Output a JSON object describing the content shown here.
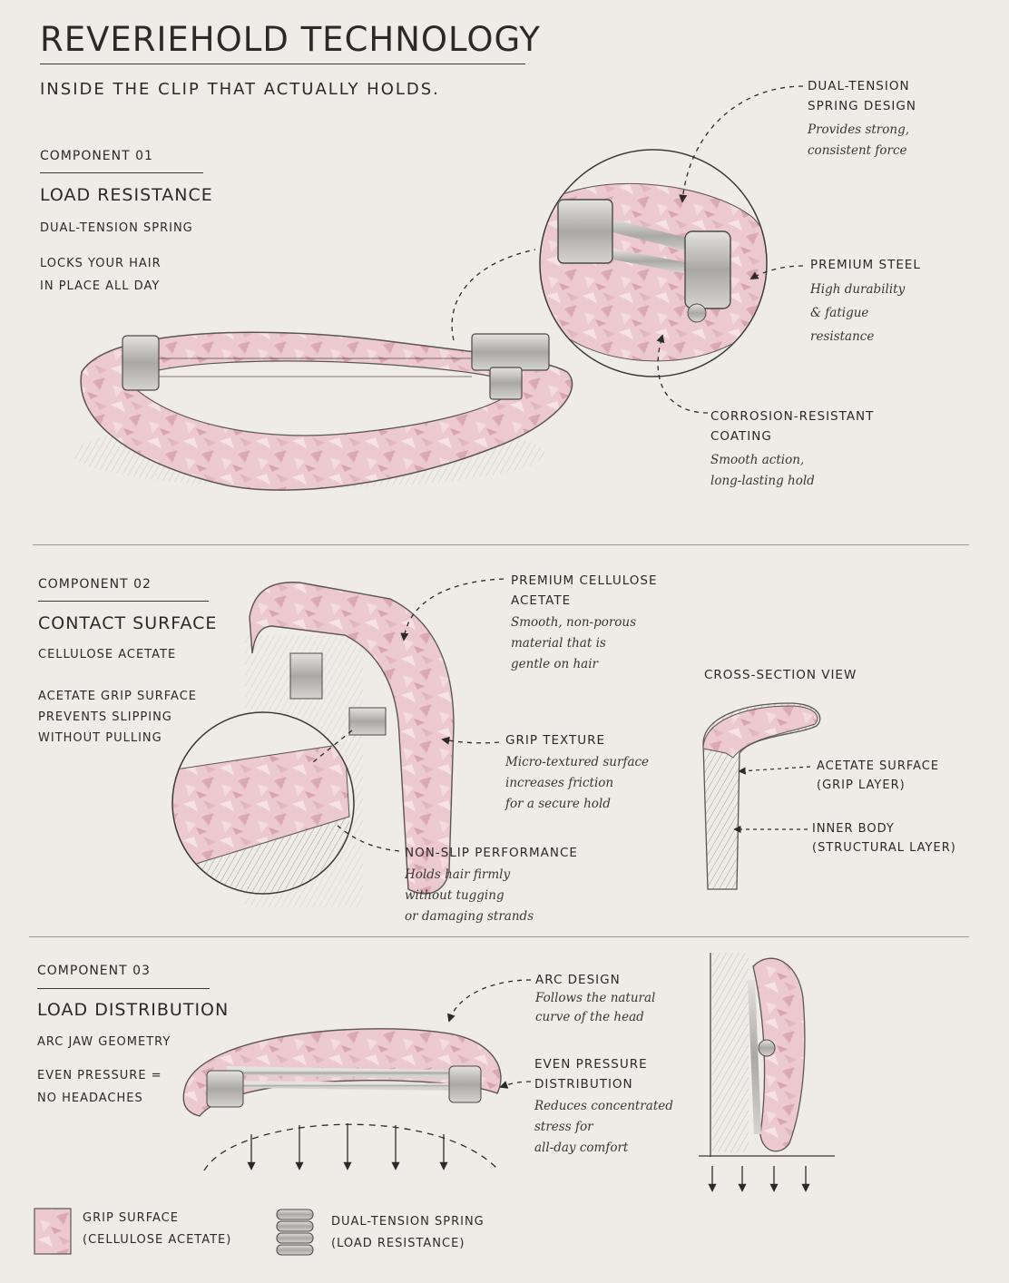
{
  "header": {
    "title": "REVERIEHOLD TECHNOLOGY",
    "subtitle": "INSIDE THE CLIP THAT ACTUALLY HOLDS."
  },
  "components": [
    {
      "number": "COMPONENT 01",
      "title": "LOAD RESISTANCE",
      "subtitle": "DUAL-TENSION SPRING",
      "desc_lines": [
        "LOCKS YOUR HAIR",
        "IN PLACE ALL DAY"
      ],
      "callouts": [
        {
          "heading": [
            "DUAL-TENSION",
            "SPRING DESIGN"
          ],
          "desc": [
            "Provides strong,",
            "consistent force"
          ]
        },
        {
          "heading": [
            "PREMIUM STEEL"
          ],
          "desc": [
            "High durability",
            "& fatigue",
            "resistance"
          ]
        },
        {
          "heading": [
            "CORROSION-RESISTANT",
            "COATING"
          ],
          "desc": [
            "Smooth action,",
            "long-lasting hold"
          ]
        }
      ]
    },
    {
      "number": "COMPONENT 02",
      "title": "CONTACT SURFACE",
      "subtitle": "CELLULOSE ACETATE",
      "desc_lines": [
        "ACETATE GRIP SURFACE",
        "PREVENTS SLIPPING",
        "WITHOUT PULLING"
      ],
      "callouts": [
        {
          "heading": [
            "PREMIUM CELLULOSE",
            "ACETATE"
          ],
          "desc": [
            "Smooth, non-porous",
            "material that is",
            "gentle on hair"
          ]
        },
        {
          "heading": [
            "GRIP TEXTURE"
          ],
          "desc": [
            "Micro-textured surface",
            "increases friction",
            "for a secure hold"
          ]
        },
        {
          "heading": [
            "NON-SLIP PERFORMANCE"
          ],
          "desc": [
            "Holds hair firmly",
            "without tugging",
            "or damaging strands"
          ]
        }
      ],
      "cross_section": {
        "title": "CROSS-SECTION VIEW",
        "labels": [
          {
            "lines": [
              "ACETATE SURFACE",
              "(GRIP LAYER)"
            ]
          },
          {
            "lines": [
              "INNER BODY",
              "(STRUCTURAL LAYER)"
            ]
          }
        ]
      }
    },
    {
      "number": "COMPONENT 03",
      "title": "LOAD DISTRIBUTION",
      "subtitle": "ARC JAW GEOMETRY",
      "desc_lines": [
        "EVEN PRESSURE =",
        "NO HEADACHES"
      ],
      "callouts": [
        {
          "heading": [
            "ARC DESIGN"
          ],
          "desc": [
            "Follows the natural",
            "curve of the head"
          ]
        },
        {
          "heading": [
            "EVEN PRESSURE",
            "DISTRIBUTION"
          ],
          "desc": [
            "Reduces concentrated",
            "stress for",
            "all-day comfort"
          ]
        }
      ]
    }
  ],
  "legend": [
    {
      "lines": [
        "GRIP SURFACE",
        "(CELLULOSE ACETATE)"
      ],
      "icon": "acetate-swatch-icon"
    },
    {
      "lines": [
        "DUAL-TENSION SPRING",
        "(LOAD RESISTANCE)"
      ],
      "icon": "spring-coil-icon"
    }
  ],
  "colors": {
    "paper": "#efebe6",
    "ink": "#2c2a28",
    "acetate_pink": "#e8c3ca",
    "acetate_pink_dark": "#d7a7b1",
    "steel": "#b9b8b5"
  }
}
